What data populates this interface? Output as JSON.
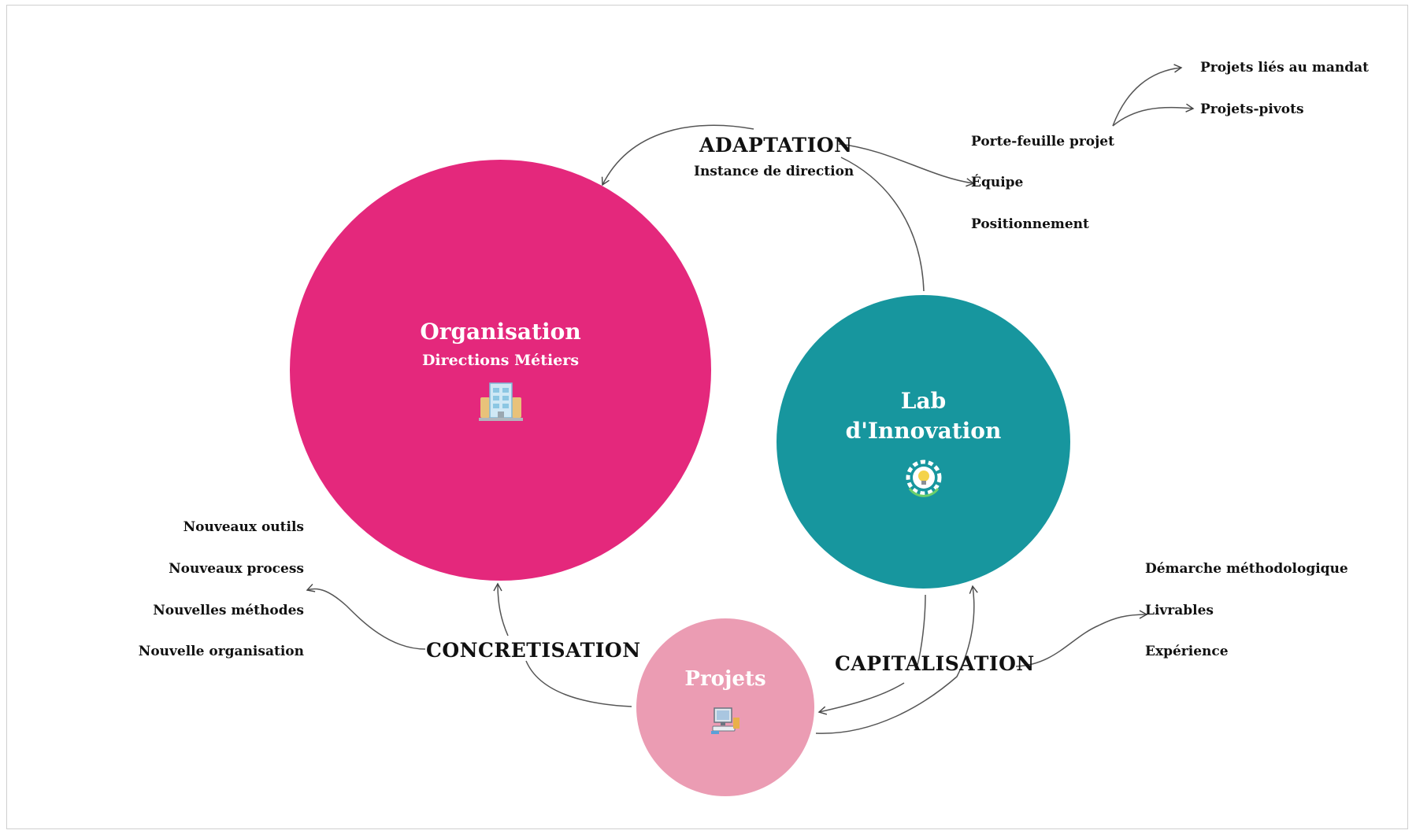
{
  "nodes": {
    "organisation": {
      "title": "Organisation",
      "subtitle": "Directions Métiers",
      "icon": "building-icon",
      "color": "#e4287c"
    },
    "lab": {
      "title": "Lab\nd'Innovation",
      "icon": "gear-lightbulb-icon",
      "color": "#17969e"
    },
    "projets": {
      "title": "Projets",
      "icon": "computer-icon",
      "color": "#eb9cb3"
    }
  },
  "phases": {
    "adaptation": {
      "title": "ADAPTATION",
      "subtitle": "Instance de direction"
    },
    "concretisation": {
      "title": "CONCRETISATION"
    },
    "capitalisation": {
      "title": "CAPITALISATION"
    }
  },
  "adaptation_items": [
    "Porte-feuille projet",
    "Équipe",
    "Positionnement"
  ],
  "portfolio_items": [
    "Projets liés au mandat",
    "Projets-pivots"
  ],
  "concretisation_items": [
    "Nouveaux outils",
    "Nouveaux process",
    "Nouvelles méthodes",
    "Nouvelle organisation"
  ],
  "capitalisation_items": [
    "Démarche méthodologique",
    "Livrables",
    "Expérience"
  ]
}
